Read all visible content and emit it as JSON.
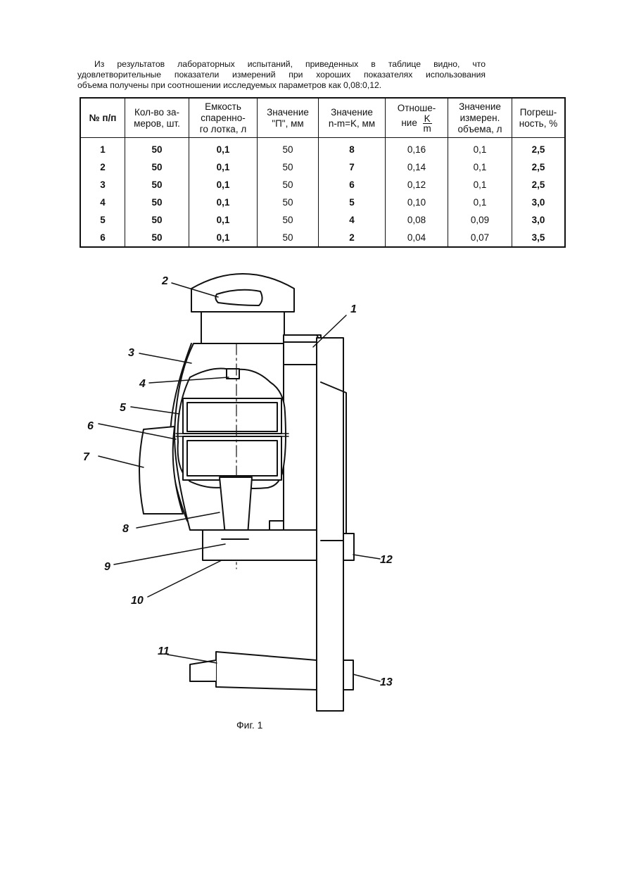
{
  "intro": [
    "Из результатов лабораторных испытаний, приведенных в таблице видно, что",
    "удовлетворительные показатели измерений при хороших показателях использования",
    "объема получены при соотношении исследуемых параметров как 0,08:0,12."
  ],
  "table": {
    "headers": {
      "num": [
        "№ п/п"
      ],
      "count": [
        "Кол-во за-",
        "меров, шт."
      ],
      "capacity": [
        "Емкость",
        "спаренно-",
        "го лотка, л"
      ],
      "p_value": [
        "Значение",
        "\"П\", мм"
      ],
      "nm_value": [
        "Значение",
        "n-m=K, мм"
      ],
      "ratio": [
        "Отноше-",
        "ние"
      ],
      "ratio_num": "K",
      "ratio_den": "m",
      "measured": [
        "Значение",
        "измерен.",
        "объема, л"
      ],
      "error": [
        "Погреш-",
        "ность, %"
      ]
    },
    "rows": [
      [
        "1",
        "50",
        "0,1",
        "50",
        "8",
        "0,16",
        "0,1",
        "2,5"
      ],
      [
        "2",
        "50",
        "0,1",
        "50",
        "7",
        "0,14",
        "0,1",
        "2,5"
      ],
      [
        "3",
        "50",
        "0,1",
        "50",
        "6",
        "0,12",
        "0,1",
        "2,5"
      ],
      [
        "4",
        "50",
        "0,1",
        "50",
        "5",
        "0,10",
        "0,1",
        "3,0"
      ],
      [
        "5",
        "50",
        "0,1",
        "50",
        "4",
        "0,08",
        "0,09",
        "3,0"
      ],
      [
        "6",
        "50",
        "0,1",
        "50",
        "2",
        "0,04",
        "0,07",
        "3,5"
      ]
    ]
  },
  "figure": {
    "labels": [
      "1",
      "2",
      "3",
      "4",
      "5",
      "6",
      "7",
      "8",
      "9",
      "10",
      "11",
      "12",
      "13"
    ],
    "caption": "Фиг. 1"
  }
}
